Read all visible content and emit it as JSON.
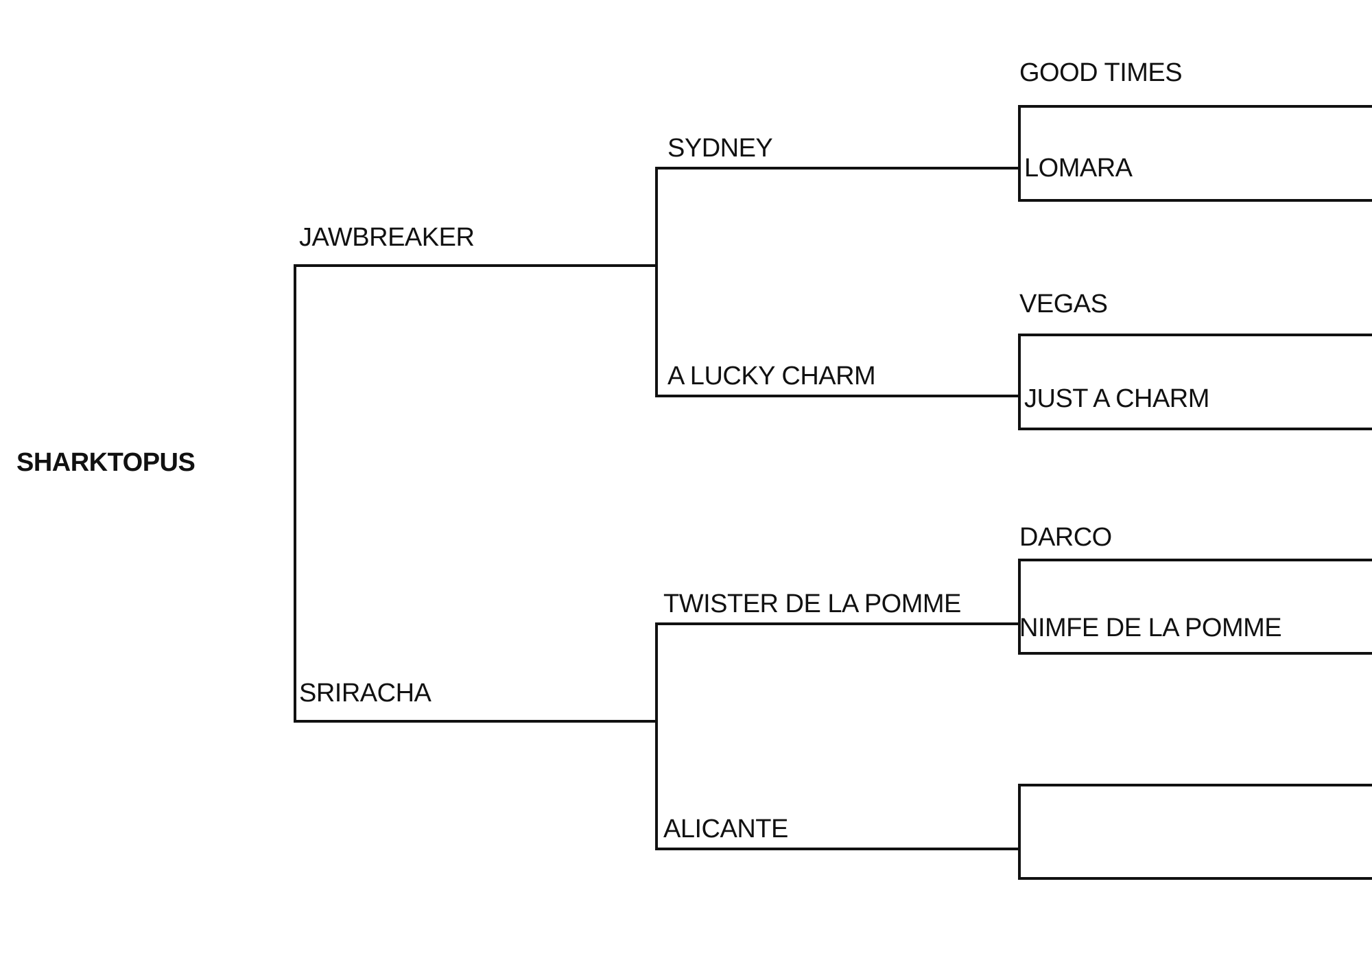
{
  "pedigree": {
    "subject": "SHARKTOPUS",
    "sire": "JAWBREAKER",
    "dam": "SRIRACHA",
    "sire_sire": "SYDNEY",
    "sire_dam": "A LUCKY CHARM",
    "dam_sire": "TWISTER DE LA POMME",
    "dam_dam": "ALICANTE",
    "sire_sire_sire": "GOOD TIMES",
    "sire_sire_dam": "LOMARA",
    "sire_dam_sire": "VEGAS",
    "sire_dam_dam": "JUST A CHARM",
    "dam_sire_sire": "DARCO",
    "dam_sire_dam": "NIMFE DE LA POMME",
    "dam_dam_sire": "",
    "dam_dam_dam": ""
  }
}
